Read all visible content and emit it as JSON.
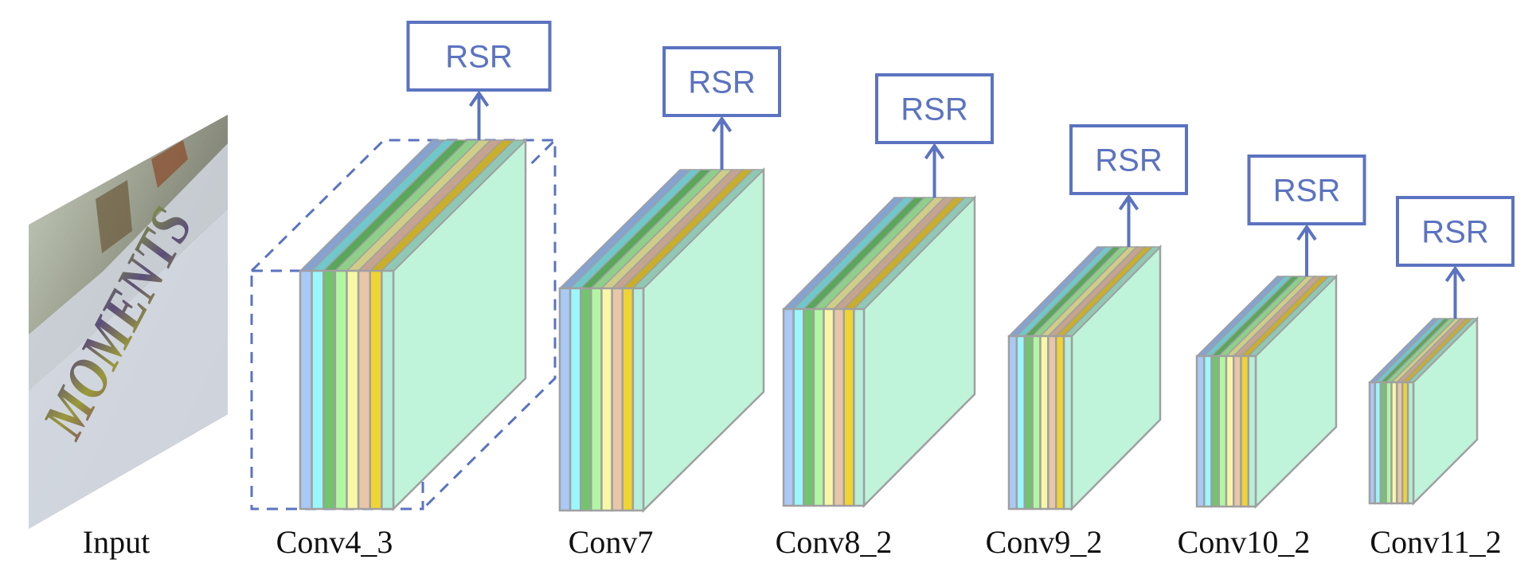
{
  "figure": {
    "type": "network-architecture",
    "description": "Multi-scale feature maps, each feeding an RSR module"
  },
  "colors": {
    "accent_blue": "#5b73c0",
    "cube_edge": "#a0a0a0",
    "cube_face": "#bff4da",
    "label_text": "#111111",
    "channel_colors": [
      "#a9c9f6",
      "#9af7fb",
      "#72c46d",
      "#b1f7a1",
      "#f8f7a6",
      "#e8c6a8",
      "#f0d431",
      "#b6eed9"
    ],
    "channel_top_colors": [
      "#86a2d0",
      "#6fc8cc",
      "#5aa65a",
      "#8ed08a",
      "#cfcd87",
      "#c4a490",
      "#c9ae2c",
      "#8fc8b4"
    ]
  },
  "input": {
    "label": "Input",
    "image_text": "MOMENTS",
    "image_description": "Perspective-skewed photo of a sign reading MOMENTS"
  },
  "module_label": "RSR",
  "layers": [
    {
      "name": "Conv4_3",
      "relative_size": 1.0,
      "highlighted": true
    },
    {
      "name": "Conv7",
      "relative_size": 1.0,
      "highlighted": false
    },
    {
      "name": "Conv8_2",
      "relative_size": 0.8,
      "highlighted": false
    },
    {
      "name": "Conv9_2",
      "relative_size": 0.6,
      "highlighted": false
    },
    {
      "name": "Conv10_2",
      "relative_size": 0.55,
      "highlighted": false
    },
    {
      "name": "Conv11_2",
      "relative_size": 0.4,
      "highlighted": false
    }
  ]
}
